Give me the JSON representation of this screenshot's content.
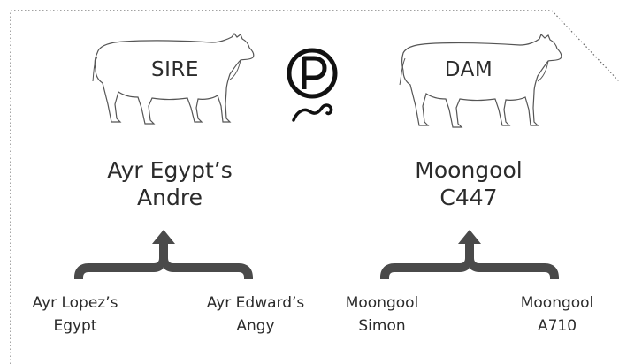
{
  "sire": {
    "label": "SIRE",
    "name_line1": "Ayr Egypt’s",
    "name_line2": "Andre",
    "parents": [
      {
        "line1": "Ayr Lopez’s",
        "line2": "Egypt"
      },
      {
        "line1": "Ayr Edward’s",
        "line2": "Angy"
      }
    ]
  },
  "dam": {
    "label": "DAM",
    "name_line1": "Moongool",
    "name_line2": "C447",
    "parents": [
      {
        "line1": "Moongool",
        "line2": "Simon"
      },
      {
        "line1": "Moongool",
        "line2": "A710"
      }
    ]
  },
  "colors": {
    "ink": "#2b2b2b",
    "brace": "#4a4a4a",
    "outline": "#555555",
    "border": "#6a6a6a"
  },
  "icons": {
    "poll": "polled-symbol-icon",
    "animal": "cow-outline-icon"
  }
}
